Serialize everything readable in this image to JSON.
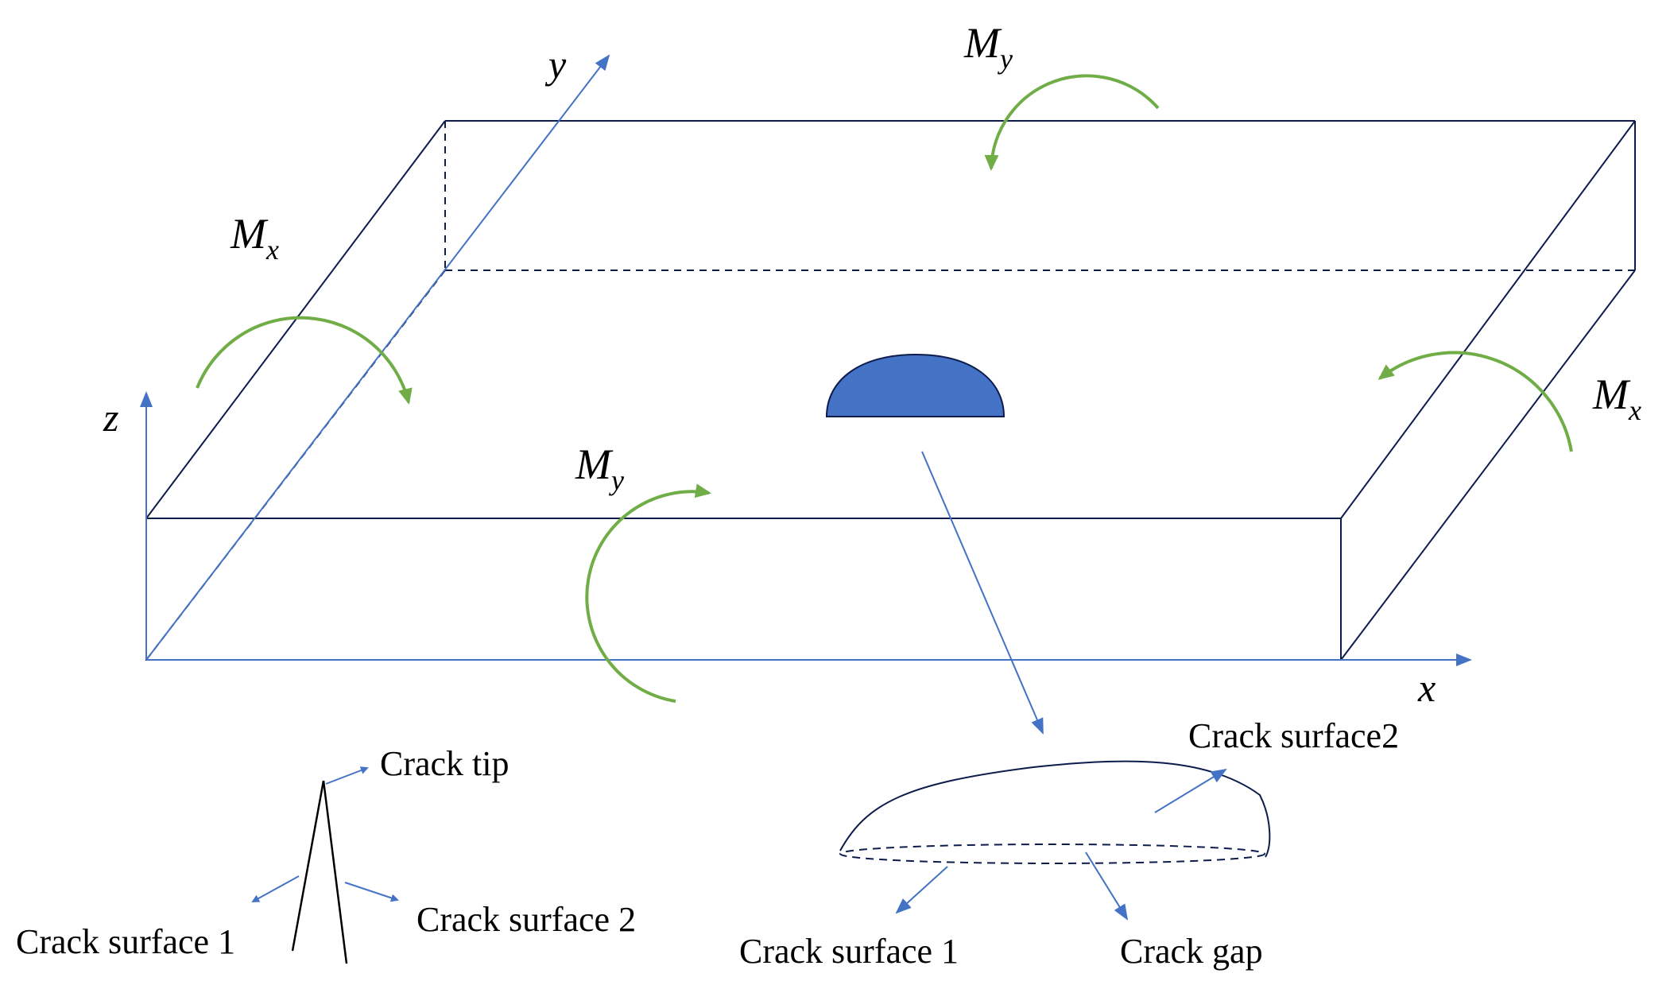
{
  "axes": {
    "x": "x",
    "y": "y",
    "z": "z"
  },
  "moments": {
    "my_top": {
      "main": "M",
      "sub": "y"
    },
    "my_front": {
      "main": "M",
      "sub": "y"
    },
    "mx_left": {
      "main": "M",
      "sub": "x"
    },
    "mx_right": {
      "main": "M",
      "sub": "x"
    }
  },
  "labels": {
    "crack_tip": "Crack tip",
    "tip_surface_1": "Crack surface 1",
    "tip_surface_2": "Crack surface 2",
    "detail_surface_2": "Crack surface2",
    "detail_surface_1": "Crack surface 1",
    "crack_gap": "Crack gap"
  },
  "colors": {
    "outline": "#0d1b4d",
    "axis_blue": "#4472c4",
    "moment_green": "#70ad47",
    "crack_fill": "#4472c4"
  }
}
